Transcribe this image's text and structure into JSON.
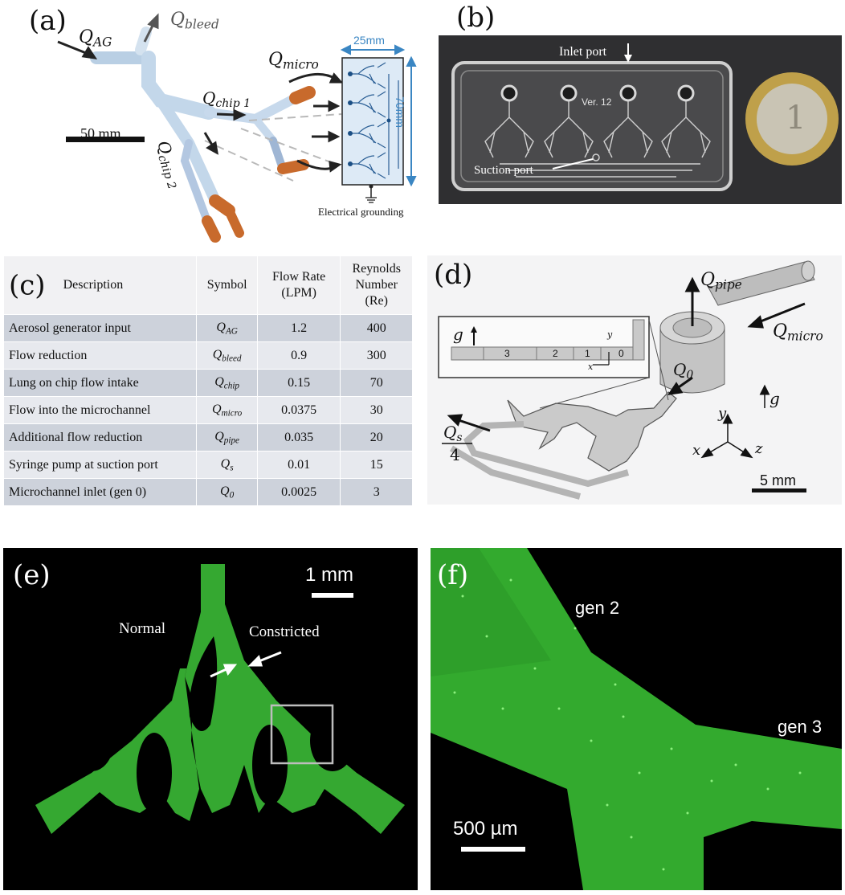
{
  "panels": {
    "a": {
      "label": "(a)",
      "scale_bar": "50 mm",
      "flows": {
        "q_ag": {
          "q": "Q",
          "sub": "AG"
        },
        "q_bleed": {
          "q": "Q",
          "sub": "bleed"
        },
        "q_micro": {
          "q": "Q",
          "sub": "micro"
        },
        "q_chip1": {
          "q": "Q",
          "sub": "chip 1"
        },
        "q_chip2": {
          "q": "Q",
          "sub": "chip 2"
        }
      },
      "chip_width": "25mm",
      "chip_height": "70mm",
      "grounding": "Electrical grounding"
    },
    "b": {
      "label": "(b)",
      "inlet_port": "Inlet port",
      "suction_port": "Suction port",
      "version": "Ver. 12"
    },
    "c": {
      "label": "(c)",
      "headers": {
        "description": "Description",
        "symbol": "Symbol",
        "flow_rate_1": "Flow Rate",
        "flow_rate_2": "(LPM)",
        "reynolds_1": "Reynolds",
        "reynolds_2": "Number",
        "reynolds_3": "(Re)"
      },
      "rows": [
        {
          "description": "Aerosol generator input",
          "q": "Q",
          "sub": "AG",
          "flow": "1.2",
          "re": "400"
        },
        {
          "description": "Flow reduction",
          "q": "Q",
          "sub": "bleed",
          "flow": "0.9",
          "re": "300"
        },
        {
          "description": "Lung on chip flow intake",
          "q": "Q",
          "sub": "chip",
          "flow": "0.15",
          "re": "70"
        },
        {
          "description": "Flow into the microchannel",
          "q": "Q",
          "sub": "micro",
          "flow": "0.0375",
          "re": "30"
        },
        {
          "description": "Additional flow reduction",
          "q": "Q",
          "sub": "pipe",
          "flow": "0.035",
          "re": "20"
        },
        {
          "description": "Syringe pump at suction port",
          "q": "Q",
          "sub": "s",
          "flow": "0.01",
          "re": "15"
        },
        {
          "description": "Microchannel inlet (gen 0)",
          "q": "Q",
          "sub": "0",
          "flow": "0.0025",
          "re": "3"
        }
      ]
    },
    "d": {
      "label": "(d)",
      "q_pipe": {
        "q": "Q",
        "sub": "pipe"
      },
      "q_micro": {
        "q": "Q",
        "sub": "micro"
      },
      "q_0": {
        "q": "Q",
        "sub": "0"
      },
      "q_s_num": {
        "q": "Q",
        "sub": "s"
      },
      "q_s_den": "4",
      "g_vec": "g",
      "axes": {
        "x": "x",
        "y": "y",
        "z": "z"
      },
      "generations": [
        "3",
        "2",
        "1",
        "0"
      ],
      "scale_bar": "5 mm"
    },
    "e": {
      "label": "(e)",
      "scale_bar": "1 mm",
      "normal": "Normal",
      "constricted": "Constricted"
    },
    "f": {
      "label": "(f)",
      "gen2": "gen 2",
      "gen3": "gen 3",
      "scale_bar": "500 µm"
    }
  },
  "colors": {
    "arrow_blue": "#3a86c3",
    "tube_orange": "#c86a2c",
    "fluor_green": "#3db53a",
    "table_dark_row": "#cdd2db",
    "table_light_row": "#e7e9ee"
  }
}
